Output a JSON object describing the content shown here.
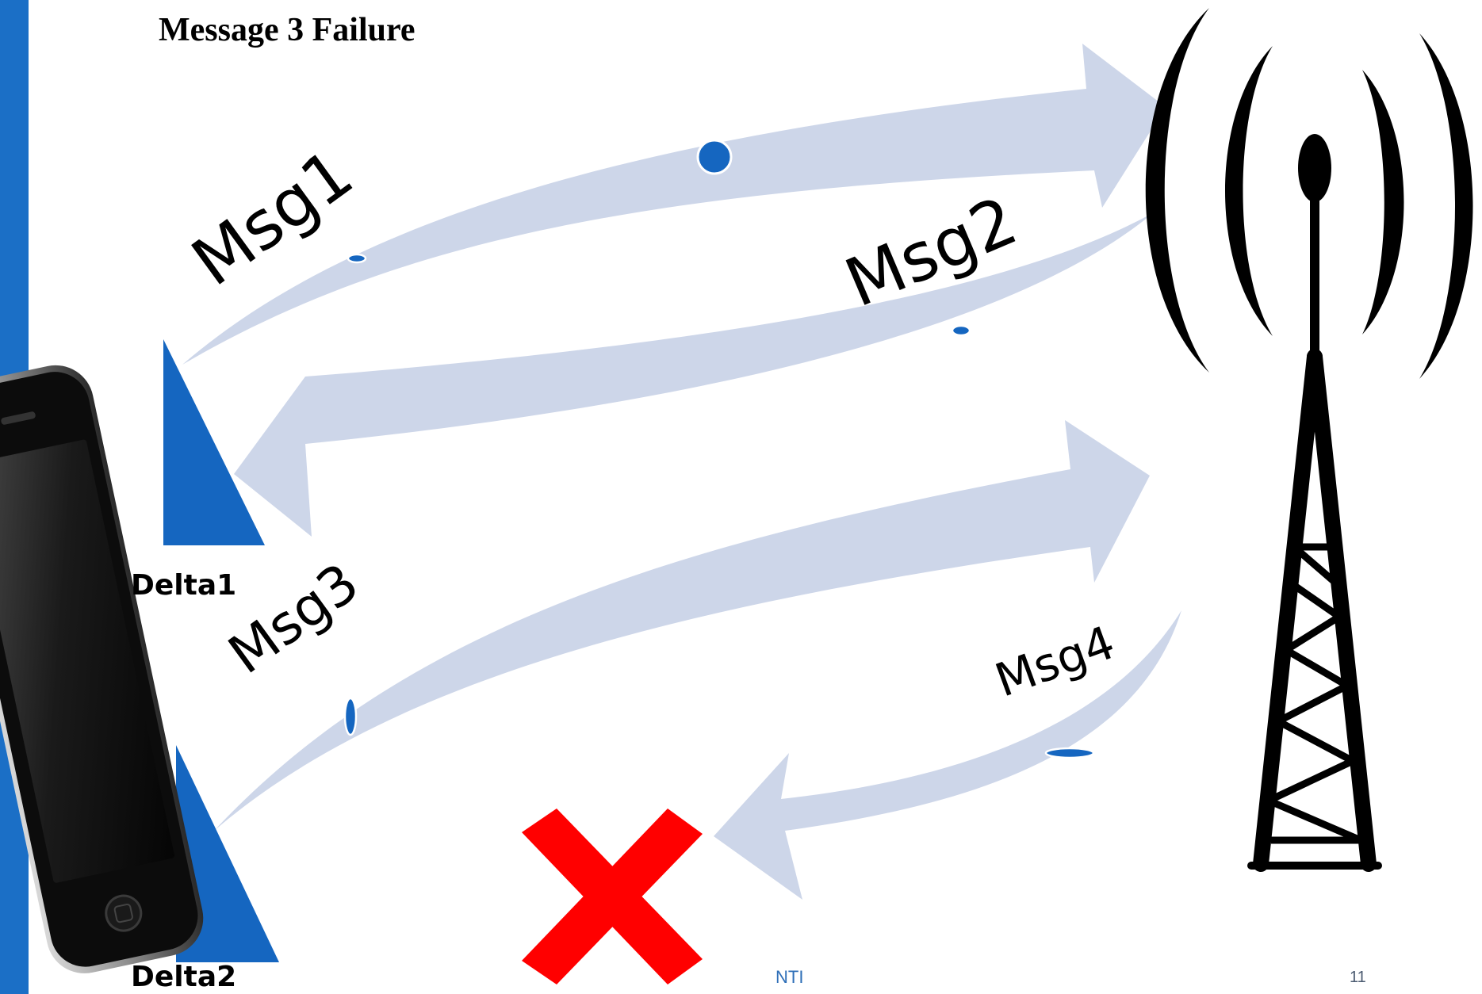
{
  "slide": {
    "title": "Message 3 Failure",
    "footer_text": "NTI",
    "page_number": "11"
  },
  "messages": [
    {
      "label": "Msg1",
      "direction": "uplink"
    },
    {
      "label": "Msg2",
      "direction": "downlink"
    },
    {
      "label": "Msg3",
      "direction": "uplink"
    },
    {
      "label": "Msg4",
      "direction": "downlink",
      "status": "failed"
    }
  ],
  "deltas": [
    {
      "label": "Delta1"
    },
    {
      "label": "Delta2"
    }
  ],
  "icons": {
    "device": "smartphone-icon",
    "tower": "cell-tower-icon",
    "failure": "red-x-icon"
  },
  "colors": {
    "sidebar": "#1b6fc6",
    "arrow": "#cdd6e9",
    "accent": "#1566c0",
    "failure": "#ff0000",
    "footer_text": "#2f6fb8"
  }
}
